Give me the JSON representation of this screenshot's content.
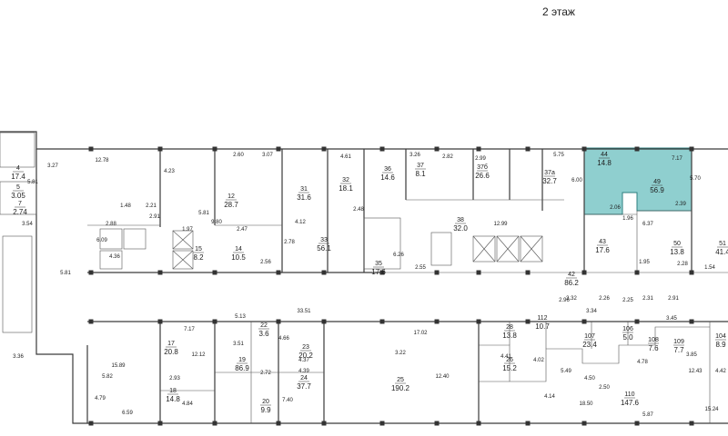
{
  "floor_title": "2 этаж",
  "highlight_color": "#8fcfcf",
  "rooms": [
    {
      "id": "room-4",
      "num": "4",
      "area": "17.4"
    },
    {
      "id": "room-5",
      "num": "5",
      "area": "3.05"
    },
    {
      "id": "room-7",
      "num": "7",
      "area": "2.74"
    },
    {
      "id": "room-12",
      "num": "12",
      "area": "28.7"
    },
    {
      "id": "room-14",
      "num": "14",
      "area": "10.5"
    },
    {
      "id": "room-15",
      "num": "15",
      "area": "8.2"
    },
    {
      "id": "room-17",
      "num": "17",
      "area": "20.8"
    },
    {
      "id": "room-18",
      "num": "18",
      "area": "14.8"
    },
    {
      "id": "room-19",
      "num": "19",
      "area": "86.9"
    },
    {
      "id": "room-20",
      "num": "20",
      "area": "9.9"
    },
    {
      "id": "room-22",
      "num": "22",
      "area": "3.6"
    },
    {
      "id": "room-23",
      "num": "23",
      "area": "20.2"
    },
    {
      "id": "room-24",
      "num": "24",
      "area": "37.7"
    },
    {
      "id": "room-25",
      "num": "25",
      "area": "190.2"
    },
    {
      "id": "room-26",
      "num": "26",
      "area": "15.2"
    },
    {
      "id": "room-28",
      "num": "28",
      "area": "13.8"
    },
    {
      "id": "room-31",
      "num": "31",
      "area": "31.6"
    },
    {
      "id": "room-32",
      "num": "32",
      "area": "18.1"
    },
    {
      "id": "room-33",
      "num": "33",
      "area": "56.1"
    },
    {
      "id": "room-35",
      "num": "35",
      "area": "17.6"
    },
    {
      "id": "room-36",
      "num": "36",
      "area": "14.6"
    },
    {
      "id": "room-37",
      "num": "37",
      "area": "8.1"
    },
    {
      "id": "room-37a",
      "num": "37a",
      "area": "32.7"
    },
    {
      "id": "room-37b",
      "num": "37б",
      "area": "26.6"
    },
    {
      "id": "room-38",
      "num": "38",
      "area": "32.0"
    },
    {
      "id": "room-42",
      "num": "42",
      "area": "86.2"
    },
    {
      "id": "room-43",
      "num": "43",
      "area": "17.6"
    },
    {
      "id": "room-44",
      "num": "44",
      "area": "14.8"
    },
    {
      "id": "room-49",
      "num": "49",
      "area": "56.9"
    },
    {
      "id": "room-50",
      "num": "50",
      "area": "13.8"
    },
    {
      "id": "room-51",
      "num": "51",
      "area": "41.4"
    },
    {
      "id": "room-104",
      "num": "104",
      "area": "8.9"
    },
    {
      "id": "room-106",
      "num": "106",
      "area": "5.0"
    },
    {
      "id": "room-107",
      "num": "107",
      "area": "23.4"
    },
    {
      "id": "room-108",
      "num": "108",
      "area": "7.6"
    },
    {
      "id": "room-109",
      "num": "109",
      "area": "7.7"
    },
    {
      "id": "room-110",
      "num": "110",
      "area": "147.6"
    },
    {
      "id": "room-112",
      "num": "112",
      "area": "10.7"
    }
  ],
  "dimensions": [
    "12.78",
    "5.81",
    "4.23",
    "2.60",
    "3.07",
    "4.61",
    "3.26",
    "2.82",
    "2.99",
    "5.75",
    "3.27",
    "6.00",
    "1.48",
    "2.88",
    "2.21",
    "2.91",
    "9.80",
    "1.97",
    "2.47",
    "4.12",
    "2.48",
    "12.99",
    "3.54",
    "6.09",
    "4.36",
    "5.81",
    "2.78",
    "5.81",
    "2.56",
    "6.26",
    "2.55",
    "6.37",
    "2.39",
    "7.17",
    "5.70",
    "1.96",
    "2.06",
    "1.95",
    "2.28",
    "1.54",
    "33.51",
    "17.02",
    "12.12",
    "7.17",
    "4.66",
    "4.37",
    "4.39",
    "5.13",
    "3.51",
    "2.72",
    "2.93",
    "4.84",
    "15.89",
    "5.82",
    "4.79",
    "6.59",
    "7.40",
    "3.22",
    "12.40",
    "4.41",
    "4.02",
    "5.49",
    "4.14",
    "3.32",
    "3.34",
    "2.96",
    "2.26",
    "2.25",
    "2.31",
    "3.45",
    "4.50",
    "2.50",
    "4.78",
    "2.91",
    "3.85",
    "12.43",
    "18.50",
    "5.87",
    "15.24",
    "3.36",
    "4.42"
  ]
}
